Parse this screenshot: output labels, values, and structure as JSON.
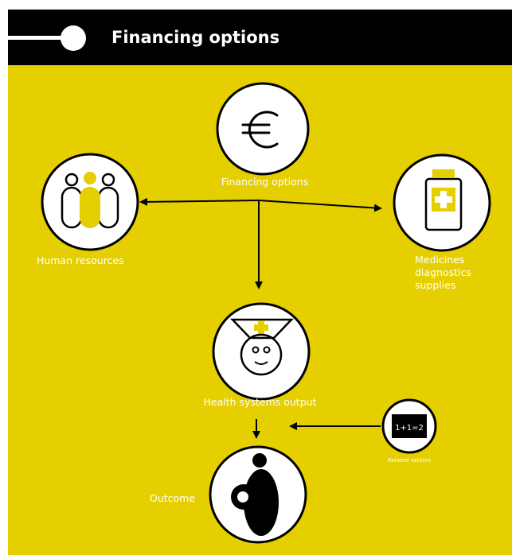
{
  "header": {
    "title": "Financing options"
  },
  "colors": {
    "background": "#E6CF00",
    "header": "#000000",
    "accent": "#E6CF00"
  },
  "nodes": {
    "financing": {
      "label": "Financing options",
      "icon": "euro-icon"
    },
    "human_resources": {
      "label": "Human resources",
      "icon": "people-icon"
    },
    "medicines": {
      "lines": [
        "Medicines",
        "diagnostics",
        "supplies"
      ],
      "icon": "medicine-bottle-icon"
    },
    "health_output": {
      "label": "Health systems output",
      "icon": "nurse-icon"
    },
    "related": {
      "label": "Related sectors",
      "icon": "chalkboard-icon",
      "board_text": "1+1=2"
    },
    "outcome": {
      "label": "Outcome",
      "icon": "pregnant-woman-icon"
    }
  }
}
